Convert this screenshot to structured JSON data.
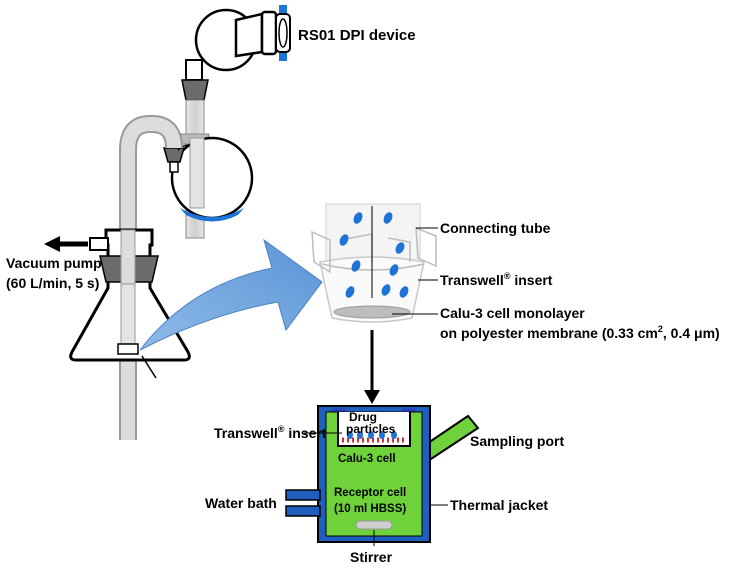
{
  "labels": {
    "device": "RS01 DPI device",
    "vacuum_line1": "Vacuum pump",
    "vacuum_line2": "(60 L/min, 5 s)",
    "connecting_tube": "Connecting tube",
    "transwell_insert_main": "Transwell",
    "transwell_insert_suffix": " insert",
    "registered_mark": "®",
    "monolayer_line1": "Calu-3 cell monolayer",
    "monolayer_line2_pre": "on polyester membrane (0.33 cm",
    "monolayer_line2_sup": "2",
    "monolayer_line2_post": ", 0.4 μm)",
    "drug_line1": "Drug",
    "drug_line2": "particles",
    "calu3_cell": "Calu-3 cell",
    "receptor_line1": "Receptor cell",
    "receptor_line2": "(10 ml HBSS)",
    "sampling_port": "Sampling port",
    "water_bath": "Water bath",
    "thermal_jacket": "Thermal jacket",
    "stirrer": "Stirrer"
  },
  "colors": {
    "particle_blue": "#1e73d6",
    "bath_blue": "#1f5fbf",
    "receptor_green": "#6fd23a",
    "big_arrow": "#6aa4de",
    "stopper_gray": "#6b6b6b",
    "tube_gray": "#cfcfcf"
  }
}
